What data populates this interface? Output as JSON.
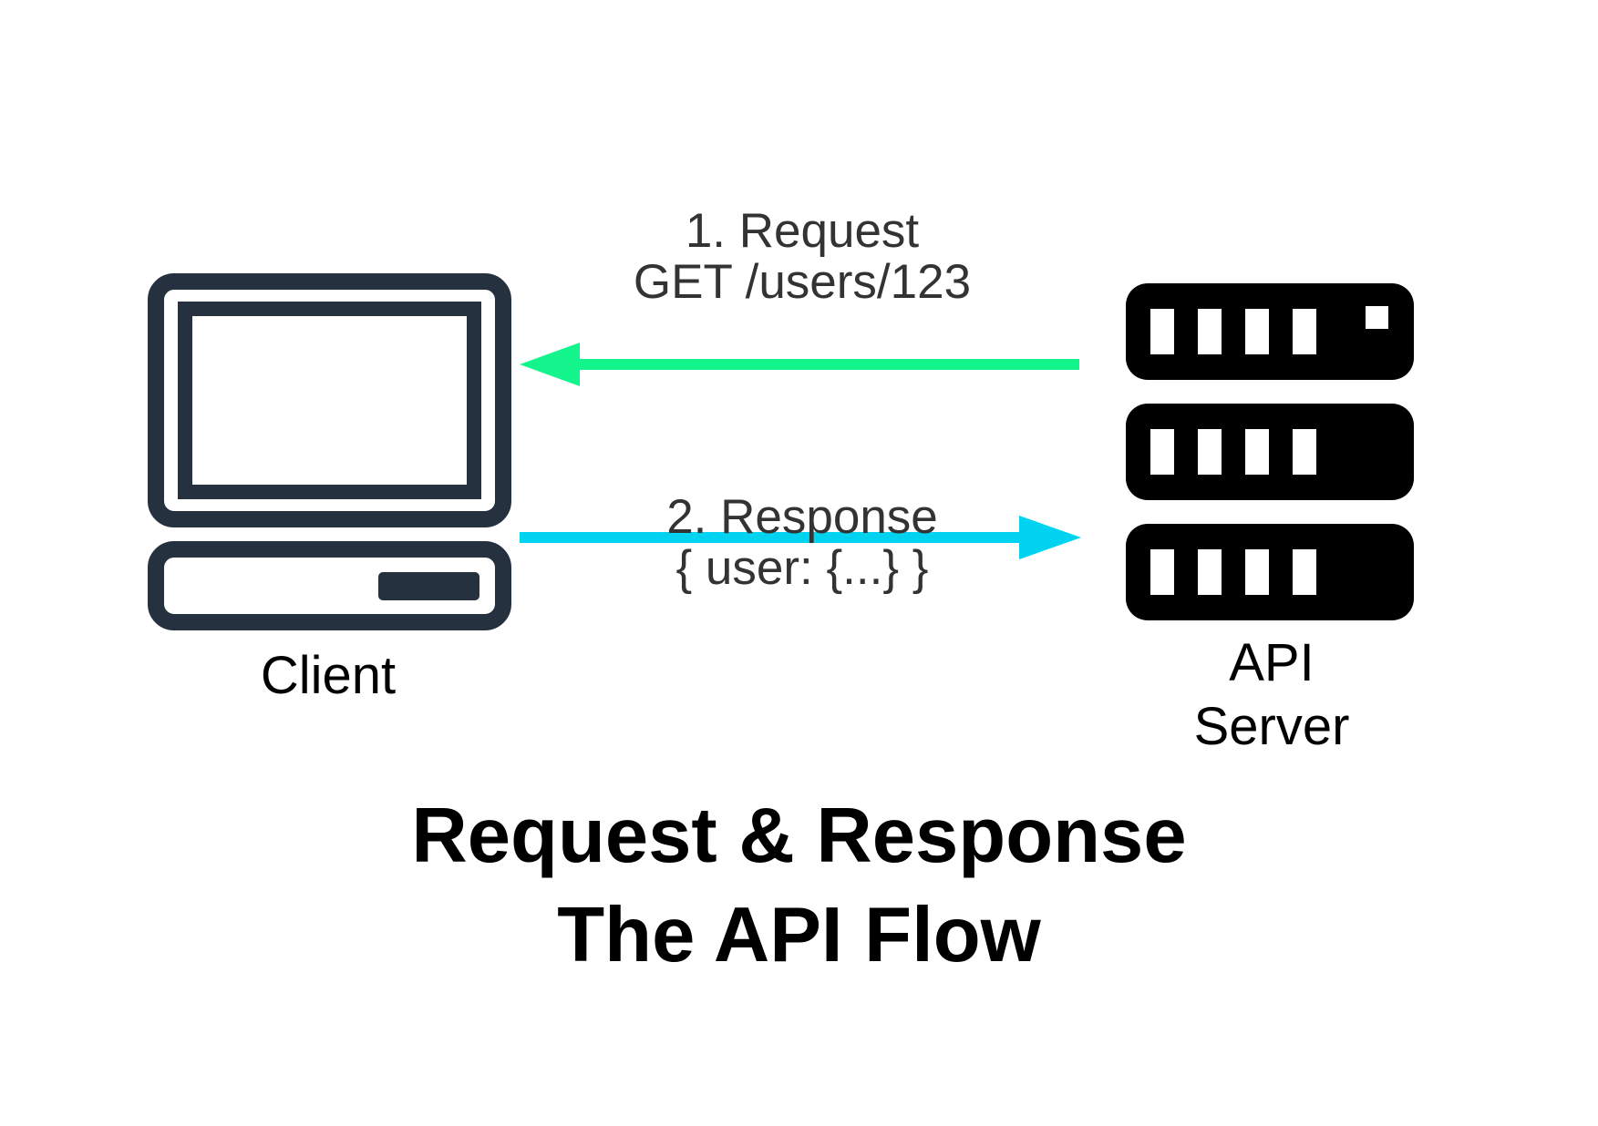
{
  "colors": {
    "background": "#ffffff",
    "client_icon": "#263140",
    "server_icon": "#000000",
    "request_arrow": "#13f58c",
    "response_arrow": "#00d2f0",
    "arrow_label_text": "#333333",
    "title_text": "#000000"
  },
  "client": {
    "icon": "desktop-computer-icon",
    "label": "Client"
  },
  "server": {
    "icon": "server-rack-icon",
    "label_line1": "API",
    "label_line2": "Server"
  },
  "request": {
    "direction": "from API Server to Client",
    "line1": "1. Request",
    "line2": "GET /users/123"
  },
  "response": {
    "direction": "from Client to API Server",
    "line1": "2. Response",
    "line2": "{ user: {...} }"
  },
  "title": {
    "line1": "Request & Response",
    "line2": "The API Flow"
  }
}
